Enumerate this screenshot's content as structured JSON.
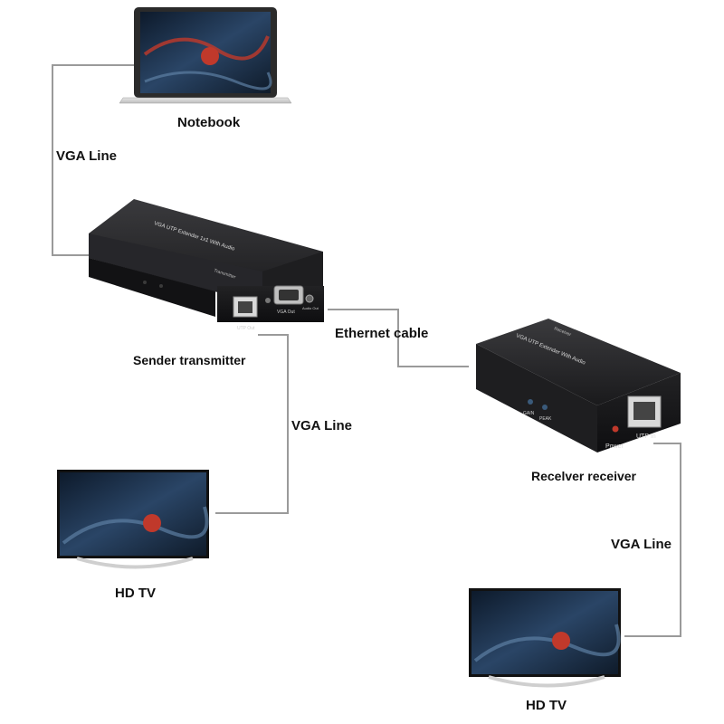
{
  "devices": {
    "notebook": {
      "label": "Notebook"
    },
    "sender": {
      "label": "Sender transmitter",
      "top_text": "VGA UTP Extender 1x1 With Audio",
      "side_text": "Transmitter",
      "port_utp": "UTP Out",
      "port_vga": "VGA Out",
      "port_audio": "Audio Out"
    },
    "receiver": {
      "label": "Recelver receiver",
      "top_text": "VGA UTP Extender With Audio",
      "side_text": "Receiver",
      "port_gain": "GAIN",
      "port_peak": "PEAK",
      "port_power": "Power",
      "port_utp": "UTP In"
    },
    "tv_left": {
      "label": "HD TV"
    },
    "tv_right": {
      "label": "HD TV"
    }
  },
  "connections": {
    "notebook_sender": "VGA Line",
    "sender_receiver": "Ethernet cable",
    "sender_tv": "VGA Line",
    "receiver_tv": "VGA Line"
  },
  "colors": {
    "line": "#9a9a9a",
    "device_body": "#1c1c1e",
    "screen_bg": "#1b2a3e",
    "accent_red": "#c0392b"
  }
}
